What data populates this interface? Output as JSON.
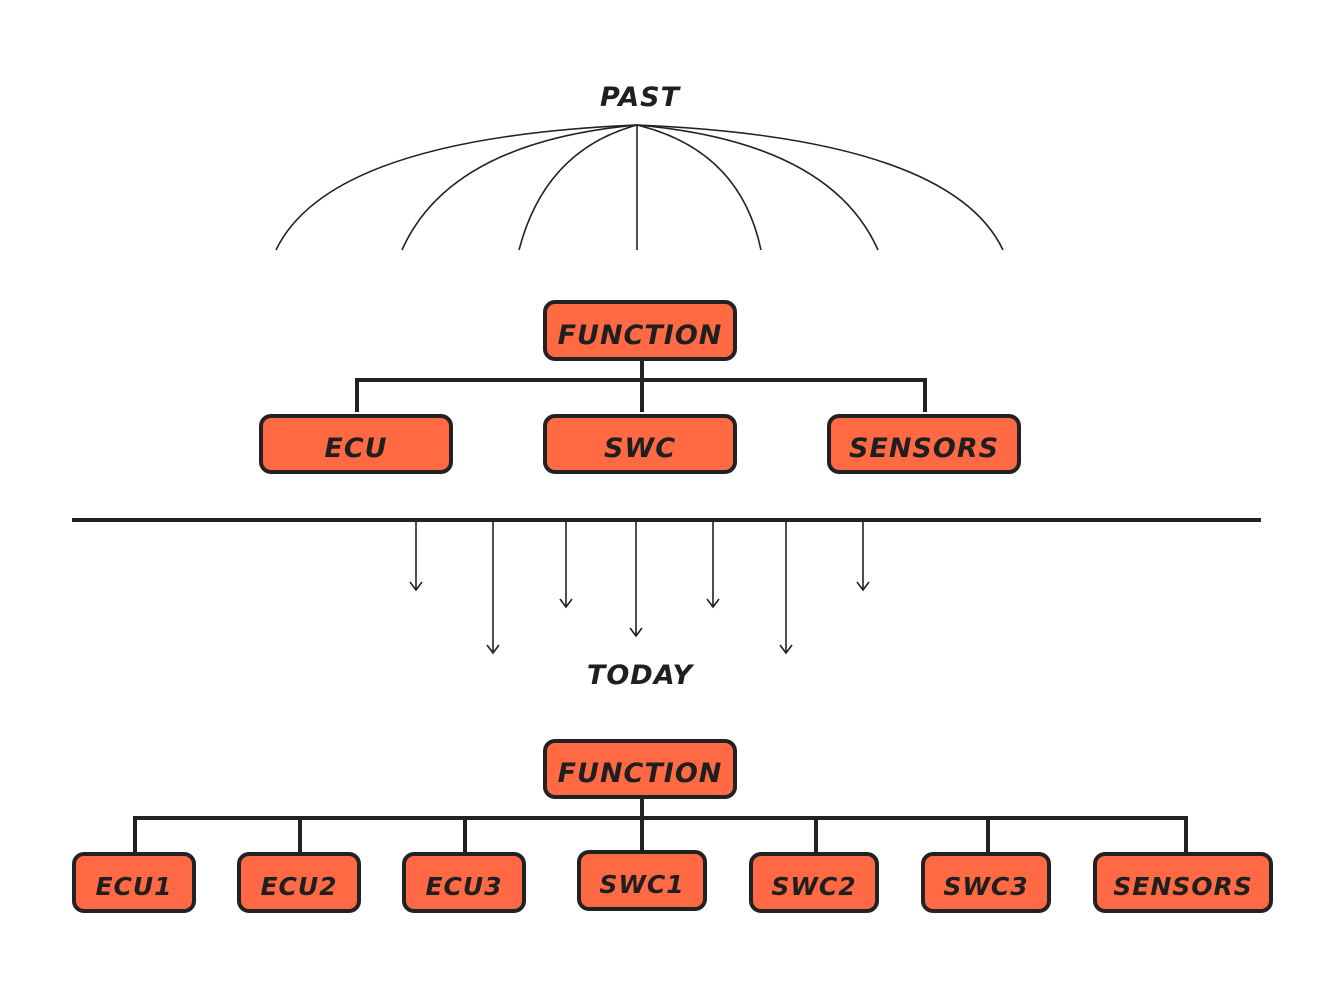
{
  "colors": {
    "box_fill": "#ff6a44",
    "stroke": "#222222",
    "text": "#1f1f1f"
  },
  "past": {
    "title": "PAST",
    "root": "FUNCTION",
    "children": [
      "ECU",
      "SWC",
      "SENSORS"
    ]
  },
  "today": {
    "title": "TODAY",
    "root": "FUNCTION",
    "children": [
      "ECU1",
      "ECU2",
      "ECU3",
      "SWC1",
      "SWC2",
      "SWC3",
      "SENSORS"
    ]
  }
}
